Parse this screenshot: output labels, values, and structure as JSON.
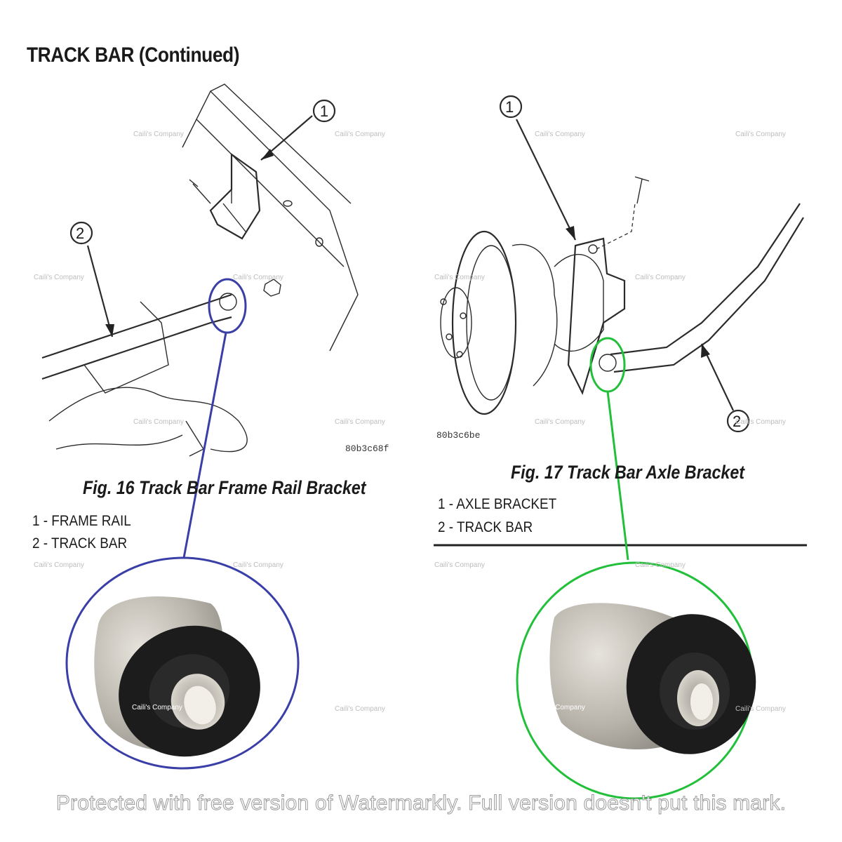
{
  "title": "TRACK BAR (Continued)",
  "colors": {
    "blue_circle": "#3a3fa8",
    "green_circle": "#22c03a",
    "bushing_metal": "#b8b4ab",
    "bushing_rubber": "#1c1c1c"
  },
  "figures": [
    {
      "caption": "Fig. 16 Track Bar Frame Rail Bracket",
      "code": "80b3c68f",
      "legend": [
        "1 - FRAME RAIL",
        "2 - TRACK BAR"
      ],
      "callouts": [
        "1",
        "2"
      ],
      "zoom_photo_label": "Caili's Company"
    },
    {
      "caption": "Fig. 17 Track Bar Axle Bracket",
      "code": "80b3c6be",
      "legend": [
        "1 - AXLE BRACKET",
        "2 - TRACK BAR"
      ],
      "callouts": [
        "1",
        "2"
      ],
      "zoom_photo_label": "Caili's Company"
    }
  ],
  "watermark_text": "Caili's Company",
  "banner": "Protected with free version of Watermarkly. Full version doesn't put this mark."
}
